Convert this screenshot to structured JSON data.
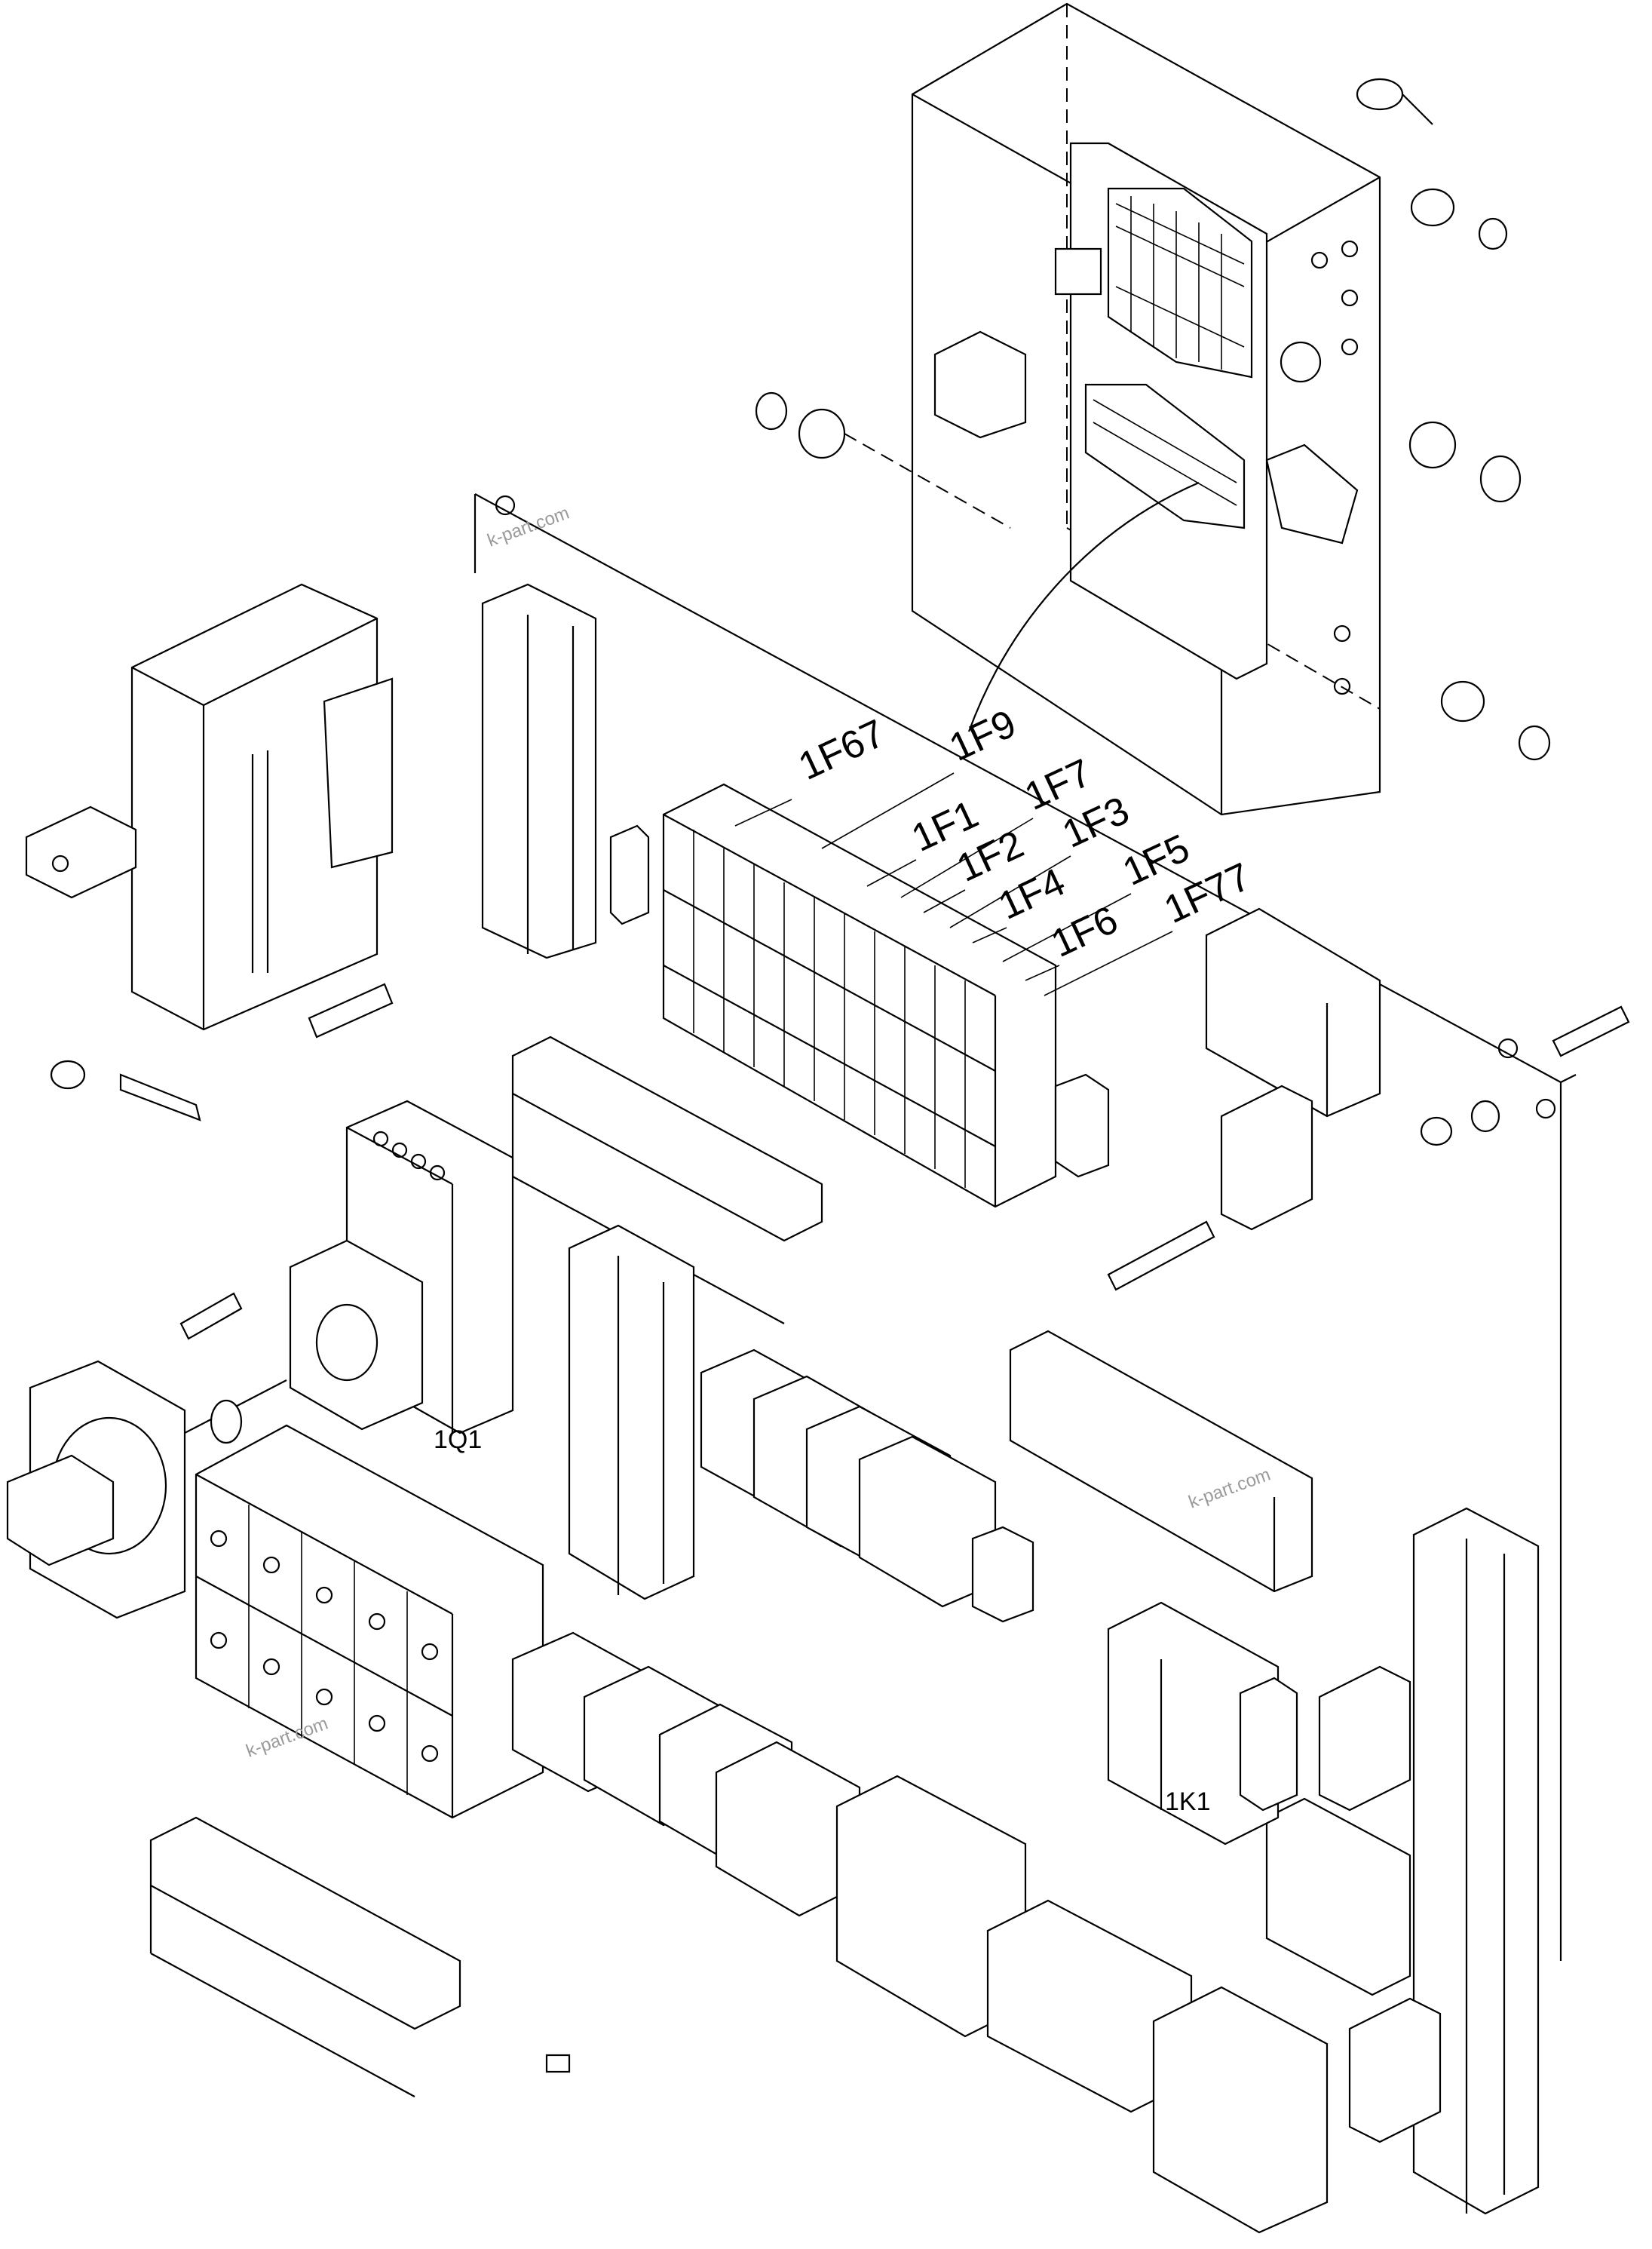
{
  "labels": {
    "f67": "1F67",
    "f9": "1F9",
    "f1": "1F1",
    "f7": "1F7",
    "f2": "1F2",
    "f3": "1F3",
    "f4": "1F4",
    "f5": "1F5",
    "f6": "1F6",
    "f77": "1F77",
    "q1": "1Q1",
    "k1": "1K1"
  },
  "watermarks": {
    "wm1": "k-part.com",
    "wm2": "k-part.com",
    "wm3": "k-part.com"
  },
  "icons": [
    "fuse-block-icon",
    "disconnect-switch-icon",
    "contactor-icon",
    "terminal-block-icon",
    "cable-duct-icon",
    "cable-gland-icon",
    "din-rail-icon",
    "screw-icon",
    "nut-icon",
    "enclosure-icon"
  ]
}
